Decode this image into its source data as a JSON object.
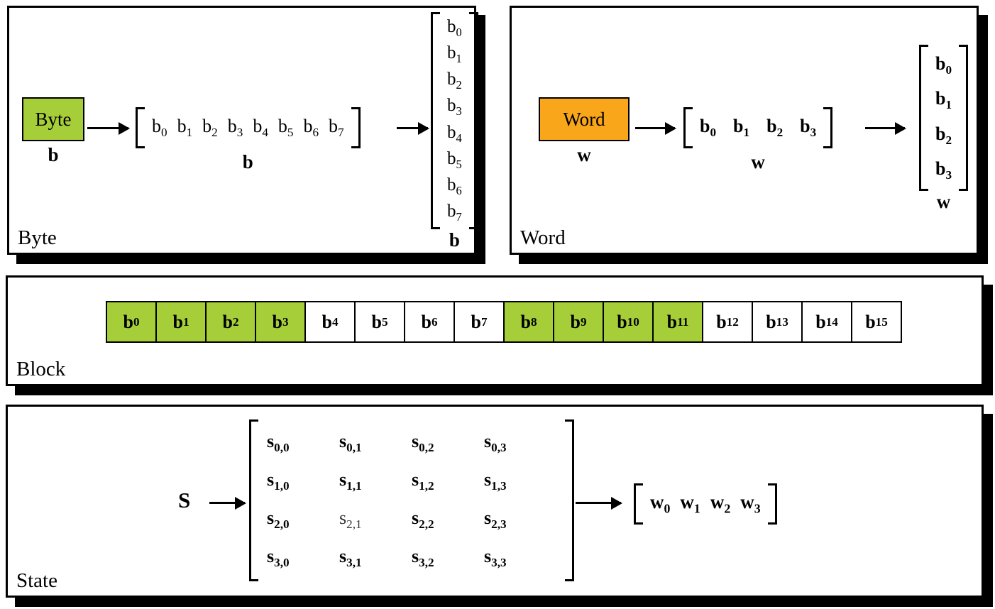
{
  "colors": {
    "green": "#a6ce39",
    "orange": "#f9a61a",
    "line": "#000000"
  },
  "byte_panel": {
    "title": "Byte",
    "box_label": "Byte",
    "box_sublabel": "b",
    "row_vector": {
      "items": [
        {
          "t": "b0"
        },
        {
          "t": "b1"
        },
        {
          "t": "b2"
        },
        {
          "t": "b3"
        },
        {
          "t": "b4"
        },
        {
          "t": "b5"
        },
        {
          "t": "b6"
        },
        {
          "t": "b7"
        }
      ],
      "label": "b"
    },
    "col_vector": {
      "items": [
        {
          "t": "b0"
        },
        {
          "t": "b1"
        },
        {
          "t": "b2"
        },
        {
          "t": "b3"
        },
        {
          "t": "b4"
        },
        {
          "t": "b5"
        },
        {
          "t": "b6"
        },
        {
          "t": "b7"
        }
      ],
      "label": "b"
    }
  },
  "word_panel": {
    "title": "Word",
    "box_label": "Word",
    "box_sublabel": "w",
    "row_vector": {
      "items": [
        {
          "t": "b0"
        },
        {
          "t": "b1"
        },
        {
          "t": "b2"
        },
        {
          "t": "b3"
        }
      ],
      "label": "w"
    },
    "col_vector": {
      "items": [
        {
          "t": "b0"
        },
        {
          "t": "b1"
        },
        {
          "t": "b2"
        },
        {
          "t": "b3"
        }
      ],
      "label": "w"
    }
  },
  "block_panel": {
    "title": "Block",
    "cells": [
      {
        "t": "b0",
        "highlight": true
      },
      {
        "t": "b1",
        "highlight": true
      },
      {
        "t": "b2",
        "highlight": true
      },
      {
        "t": "b3",
        "highlight": true
      },
      {
        "t": "b4"
      },
      {
        "t": "b5"
      },
      {
        "t": "b6"
      },
      {
        "t": "b7"
      },
      {
        "t": "b8",
        "highlight": true
      },
      {
        "t": "b9",
        "highlight": true
      },
      {
        "t": "b10",
        "highlight": true
      },
      {
        "t": "b11",
        "highlight": true
      },
      {
        "t": "b12"
      },
      {
        "t": "b13"
      },
      {
        "t": "b14"
      },
      {
        "t": "b15"
      }
    ]
  },
  "state_panel": {
    "title": "State",
    "source_label": "S",
    "matrix_cells": [
      {
        "t": "s0,0"
      },
      {
        "t": "s0,1"
      },
      {
        "t": "s0,2"
      },
      {
        "t": "s0,3"
      },
      {
        "t": "s1,0"
      },
      {
        "t": "s1,1"
      },
      {
        "t": "s1,2"
      },
      {
        "t": "s1,3"
      },
      {
        "t": "s2,0"
      },
      {
        "t": "s2,1",
        "bold": false
      },
      {
        "t": "s2,2"
      },
      {
        "t": "s2,3"
      },
      {
        "t": "s3,0"
      },
      {
        "t": "s3,1"
      },
      {
        "t": "s3,2"
      },
      {
        "t": "s3,3"
      }
    ],
    "word_vector": {
      "items": [
        {
          "t": "w0"
        },
        {
          "t": "w1"
        },
        {
          "t": "w2"
        },
        {
          "t": "w3"
        }
      ]
    }
  }
}
